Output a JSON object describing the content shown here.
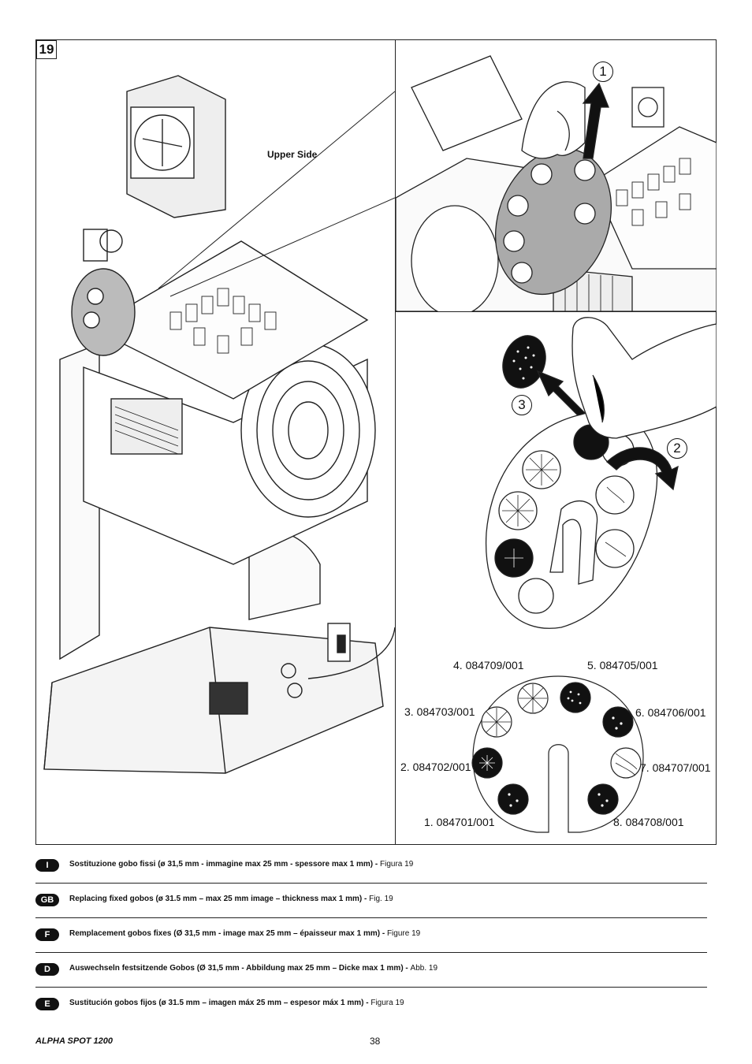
{
  "figure": {
    "number": "19",
    "upper_side_label": "Upper Side"
  },
  "steps": [
    "1",
    "2",
    "3"
  ],
  "gobos": [
    {
      "label": "4. 084709/001"
    },
    {
      "label": "5. 084705/001"
    },
    {
      "label": "3. 084703/001"
    },
    {
      "label": "6. 084706/001"
    },
    {
      "label": "2. 084702/001"
    },
    {
      "label": "7. 084707/001"
    },
    {
      "label": "1. 084701/001"
    },
    {
      "label": "8. 084708/001"
    }
  ],
  "languages": [
    {
      "code": "I",
      "title": "Sostituzione gobo fissi (ø 31,5 mm - immagine max 25 mm - spessore max 1 mm)",
      "sep": " - ",
      "ref": "Figura 19"
    },
    {
      "code": "GB",
      "title": "Replacing fixed gobos (ø 31.5 mm – max 25 mm image – thickness max 1 mm)",
      "sep": " - ",
      "ref": "Fig. 19"
    },
    {
      "code": "F",
      "title": "Remplacement gobos fixes (Ø 31,5 mm - image max 25 mm – épaisseur max 1 mm)",
      "sep": " - ",
      "ref": "Figure 19"
    },
    {
      "code": "D",
      "title": "Auswechseln festsitzende Gobos (Ø 31,5 mm - Abbildung max 25 mm – Dicke max 1 mm)",
      "sep": " - ",
      "ref": "Abb. 19"
    },
    {
      "code": "E",
      "title": "Sustitución gobos fijos (ø 31.5 mm – imagen máx 25 mm – espesor máx 1 mm)",
      "sep": " - ",
      "ref": "Figura 19"
    }
  ],
  "footer": {
    "product": "ALPHA SPOT 1200",
    "page": "38"
  }
}
